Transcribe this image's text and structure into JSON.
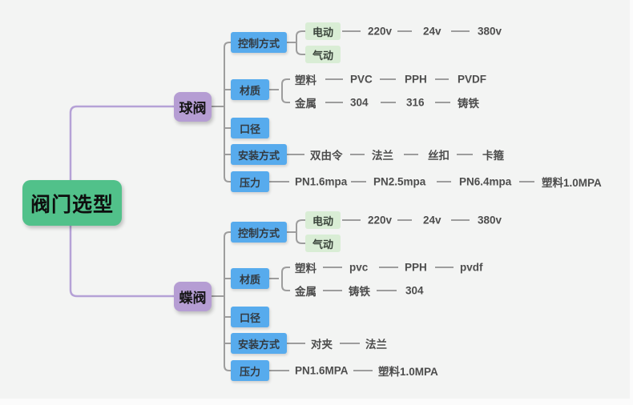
{
  "title": "阀门选型",
  "palette": {
    "root_green": "#51c18a",
    "branch_purple": "#b59dd3",
    "category_blue": "#57abed",
    "option_light_green": "#d9edd5",
    "connector_gray": "#9d9d9d",
    "connector_purple": "#b5a1d6",
    "leaf_text": "#4d4d4d",
    "canvas_background": "#f3f4f3"
  },
  "nodes": [
    {
      "id": "root",
      "kind": "root",
      "label": "阀门选型",
      "parent": ""
    },
    {
      "id": "ball",
      "kind": "branch",
      "label": "球阀",
      "parent": "root"
    },
    {
      "id": "b-control",
      "kind": "category",
      "label": "控制方式",
      "parent": "ball"
    },
    {
      "id": "b-electric",
      "kind": "option",
      "label": "电动",
      "parent": "b-control"
    },
    {
      "id": "b-v220",
      "kind": "leaf",
      "label": "220v",
      "parent": "b-electric"
    },
    {
      "id": "b-v24",
      "kind": "leaf",
      "label": "24v",
      "parent": "b-v220"
    },
    {
      "id": "b-v380",
      "kind": "leaf",
      "label": "380v",
      "parent": "b-v24"
    },
    {
      "id": "b-pneumatic",
      "kind": "option",
      "label": "气动",
      "parent": "b-control"
    },
    {
      "id": "b-material",
      "kind": "category",
      "label": "材质",
      "parent": "ball"
    },
    {
      "id": "b-plastic",
      "kind": "leaf",
      "label": "塑料",
      "parent": "b-material"
    },
    {
      "id": "b-pvc",
      "kind": "leaf",
      "label": "PVC",
      "parent": "b-plastic"
    },
    {
      "id": "b-pph",
      "kind": "leaf",
      "label": "PPH",
      "parent": "b-pvc"
    },
    {
      "id": "b-pvdf",
      "kind": "leaf",
      "label": "PVDF",
      "parent": "b-pph"
    },
    {
      "id": "b-metal",
      "kind": "leaf",
      "label": "金属",
      "parent": "b-material"
    },
    {
      "id": "b-304",
      "kind": "leaf",
      "label": "304",
      "parent": "b-metal"
    },
    {
      "id": "b-316",
      "kind": "leaf",
      "label": "316",
      "parent": "b-304"
    },
    {
      "id": "b-cast-iron",
      "kind": "leaf",
      "label": "铸铁",
      "parent": "b-316"
    },
    {
      "id": "b-diameter",
      "kind": "category",
      "label": "口径",
      "parent": "ball"
    },
    {
      "id": "b-install",
      "kind": "category",
      "label": "安装方式",
      "parent": "ball"
    },
    {
      "id": "b-union",
      "kind": "leaf",
      "label": "双由令",
      "parent": "b-install"
    },
    {
      "id": "b-flange",
      "kind": "leaf",
      "label": "法兰",
      "parent": "b-union"
    },
    {
      "id": "b-thread",
      "kind": "leaf",
      "label": "丝扣",
      "parent": "b-flange"
    },
    {
      "id": "b-clamp",
      "kind": "leaf",
      "label": "卡箍",
      "parent": "b-thread"
    },
    {
      "id": "b-pressure",
      "kind": "category",
      "label": "压力",
      "parent": "ball"
    },
    {
      "id": "b-pn16",
      "kind": "leaf",
      "label": "PN1.6mpa",
      "parent": "b-pressure"
    },
    {
      "id": "b-pn25",
      "kind": "leaf",
      "label": "PN2.5mpa",
      "parent": "b-pn16"
    },
    {
      "id": "b-pn64",
      "kind": "leaf",
      "label": "PN6.4mpa",
      "parent": "b-pn25"
    },
    {
      "id": "b-plastic10",
      "kind": "leaf",
      "label": "塑料1.0MPA",
      "parent": "b-pn64"
    },
    {
      "id": "butterfly",
      "kind": "branch",
      "label": "蝶阀",
      "parent": "root"
    },
    {
      "id": "f-control",
      "kind": "category",
      "label": "控制方式",
      "parent": "butterfly"
    },
    {
      "id": "f-electric",
      "kind": "option",
      "label": "电动",
      "parent": "f-control"
    },
    {
      "id": "f-v220",
      "kind": "leaf",
      "label": "220v",
      "parent": "f-electric"
    },
    {
      "id": "f-v24",
      "kind": "leaf",
      "label": "24v",
      "parent": "f-v220"
    },
    {
      "id": "f-v380",
      "kind": "leaf",
      "label": "380v",
      "parent": "f-v24"
    },
    {
      "id": "f-pneumatic",
      "kind": "option",
      "label": "气动",
      "parent": "f-control"
    },
    {
      "id": "f-material",
      "kind": "category",
      "label": "材质",
      "parent": "butterfly"
    },
    {
      "id": "f-plastic",
      "kind": "leaf",
      "label": "塑料",
      "parent": "f-material"
    },
    {
      "id": "f-pvc",
      "kind": "leaf",
      "label": "pvc",
      "parent": "f-plastic"
    },
    {
      "id": "f-pph",
      "kind": "leaf",
      "label": "PPH",
      "parent": "f-pvc"
    },
    {
      "id": "f-pvdf",
      "kind": "leaf",
      "label": "pvdf",
      "parent": "f-pph"
    },
    {
      "id": "f-metal",
      "kind": "leaf",
      "label": "金属",
      "parent": "f-material"
    },
    {
      "id": "f-cast-iron",
      "kind": "leaf",
      "label": "铸铁",
      "parent": "f-metal"
    },
    {
      "id": "f-304",
      "kind": "leaf",
      "label": "304",
      "parent": "f-cast-iron"
    },
    {
      "id": "f-diameter",
      "kind": "category",
      "label": "口径",
      "parent": "butterfly"
    },
    {
      "id": "f-install",
      "kind": "category",
      "label": "安装方式",
      "parent": "butterfly"
    },
    {
      "id": "f-wafer",
      "kind": "leaf",
      "label": "对夹",
      "parent": "f-install"
    },
    {
      "id": "f-flange",
      "kind": "leaf",
      "label": "法兰",
      "parent": "f-wafer"
    },
    {
      "id": "f-pressure",
      "kind": "category",
      "label": "压力",
      "parent": "butterfly"
    },
    {
      "id": "f-pn16",
      "kind": "leaf",
      "label": "PN1.6MPA",
      "parent": "f-pressure"
    },
    {
      "id": "f-plastic10",
      "kind": "leaf",
      "label": "塑料1.0MPA",
      "parent": "f-pn16"
    }
  ]
}
